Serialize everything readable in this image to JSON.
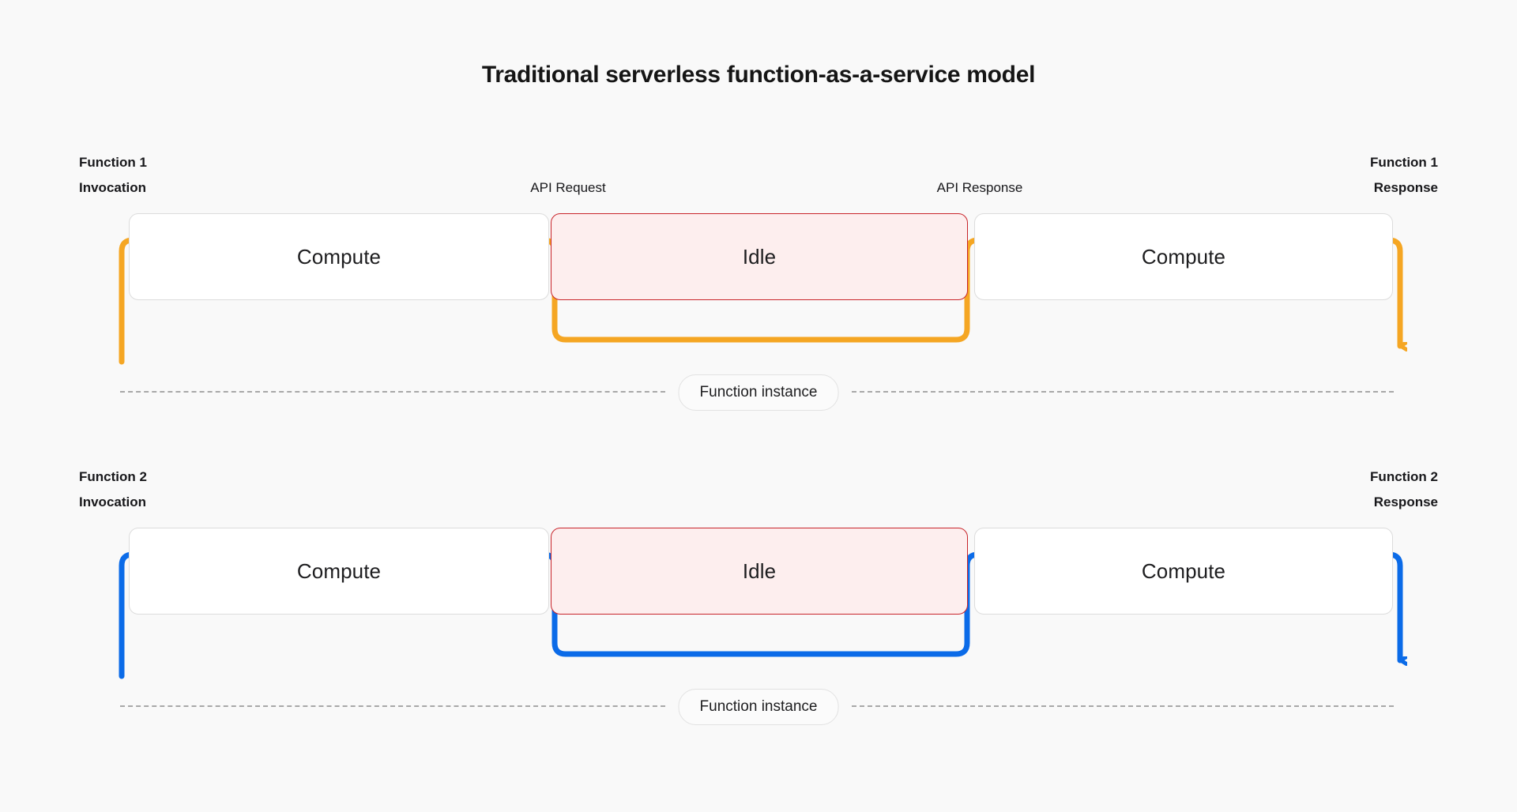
{
  "page": {
    "title": "Traditional serverless function-as-a-service model",
    "background_color": "#f9f9f9"
  },
  "colors": {
    "function_1_accent": "#f5a623",
    "function_2_accent": "#0b6be8",
    "idle_border": "#c8242a",
    "idle_fill": "#fdeeee",
    "compute_border": "#dcdcdc",
    "compute_fill": "#ffffff",
    "dashed_line": "#a8a8a8",
    "text": "#18181b"
  },
  "lanes": [
    {
      "id": "function-1",
      "accent": "#f5a623",
      "invocation_label": "Function 1\nInvocation",
      "response_label": "Function 1\nResponse",
      "api_request_label": "API Request",
      "api_response_label": "API Response",
      "instance_label": "Function instance",
      "segments": [
        {
          "kind": "compute",
          "label": "Compute"
        },
        {
          "kind": "idle",
          "label": "Idle"
        },
        {
          "kind": "compute",
          "label": "Compute"
        }
      ]
    },
    {
      "id": "function-2",
      "accent": "#0b6be8",
      "invocation_label": "Function 2\nInvocation",
      "response_label": "Function 2\nResponse",
      "api_request_label": "",
      "api_response_label": "",
      "instance_label": "Function instance",
      "segments": [
        {
          "kind": "compute",
          "label": "Compute"
        },
        {
          "kind": "idle",
          "label": "Idle"
        },
        {
          "kind": "compute",
          "label": "Compute"
        }
      ]
    }
  ]
}
